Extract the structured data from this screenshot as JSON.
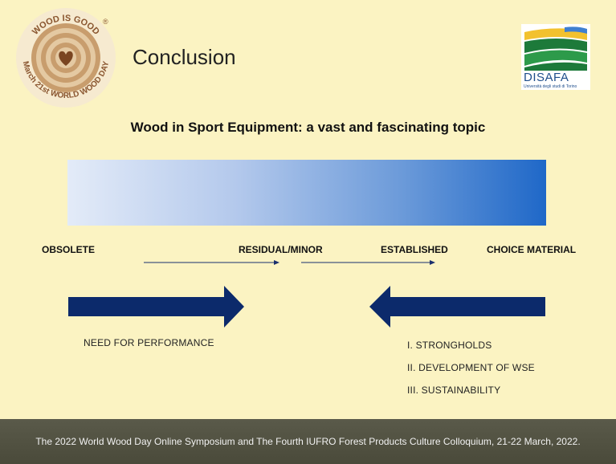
{
  "logo_wood": {
    "text_top": "WOOD IS GOOD",
    "text_bottom": "March 21st WORLD WOOD DAY",
    "mark": "®"
  },
  "title": "Conclusion",
  "logo_disafa": {
    "name": "DISAFA",
    "subtitle": "Università degli studi di Torino"
  },
  "subtitle": "Wood in Sport Equipment: a vast and fascinating topic",
  "stages": [
    "OBSOLETE",
    "RESIDUAL/MINOR",
    "ESTABLISHED",
    "CHOICE MATERIAL"
  ],
  "left_label": "NEED FOR PERFORMANCE",
  "right_list": [
    "I. STRONGHOLDS",
    "II. DEVELOPMENT OF WSE",
    "III. SUSTAINABILITY"
  ],
  "footer": "The 2022 World Wood Day Online Symposium and The Fourth IUFRO Forest Products Culture Colloquium, 21-22 March, 2022.",
  "colors": {
    "background": "#fbf3c2",
    "arrow": "#0c2a6b",
    "gradient_end": "#1f68c8",
    "footer": "#4f4f40"
  }
}
